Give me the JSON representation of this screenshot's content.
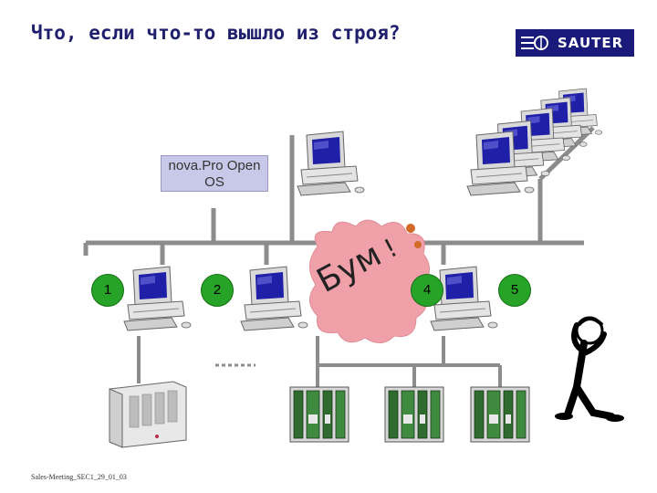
{
  "title": "Что, если что-то вышло из строя?",
  "logo_text": "SAUTER",
  "server_label": "nova.Pro Open OS",
  "stations": [
    "1",
    "2",
    "4",
    "5"
  ],
  "boom_text": "Бум",
  "boom_exclaim": "!",
  "footer": "Sales-Meeting_SEC1_29_01_03",
  "colors": {
    "title": "#1f1f6e",
    "logo_bg": "#1a1a7a",
    "badge": "#27a327",
    "boom": "#f0a0a8",
    "network": "#8c8c8c"
  }
}
